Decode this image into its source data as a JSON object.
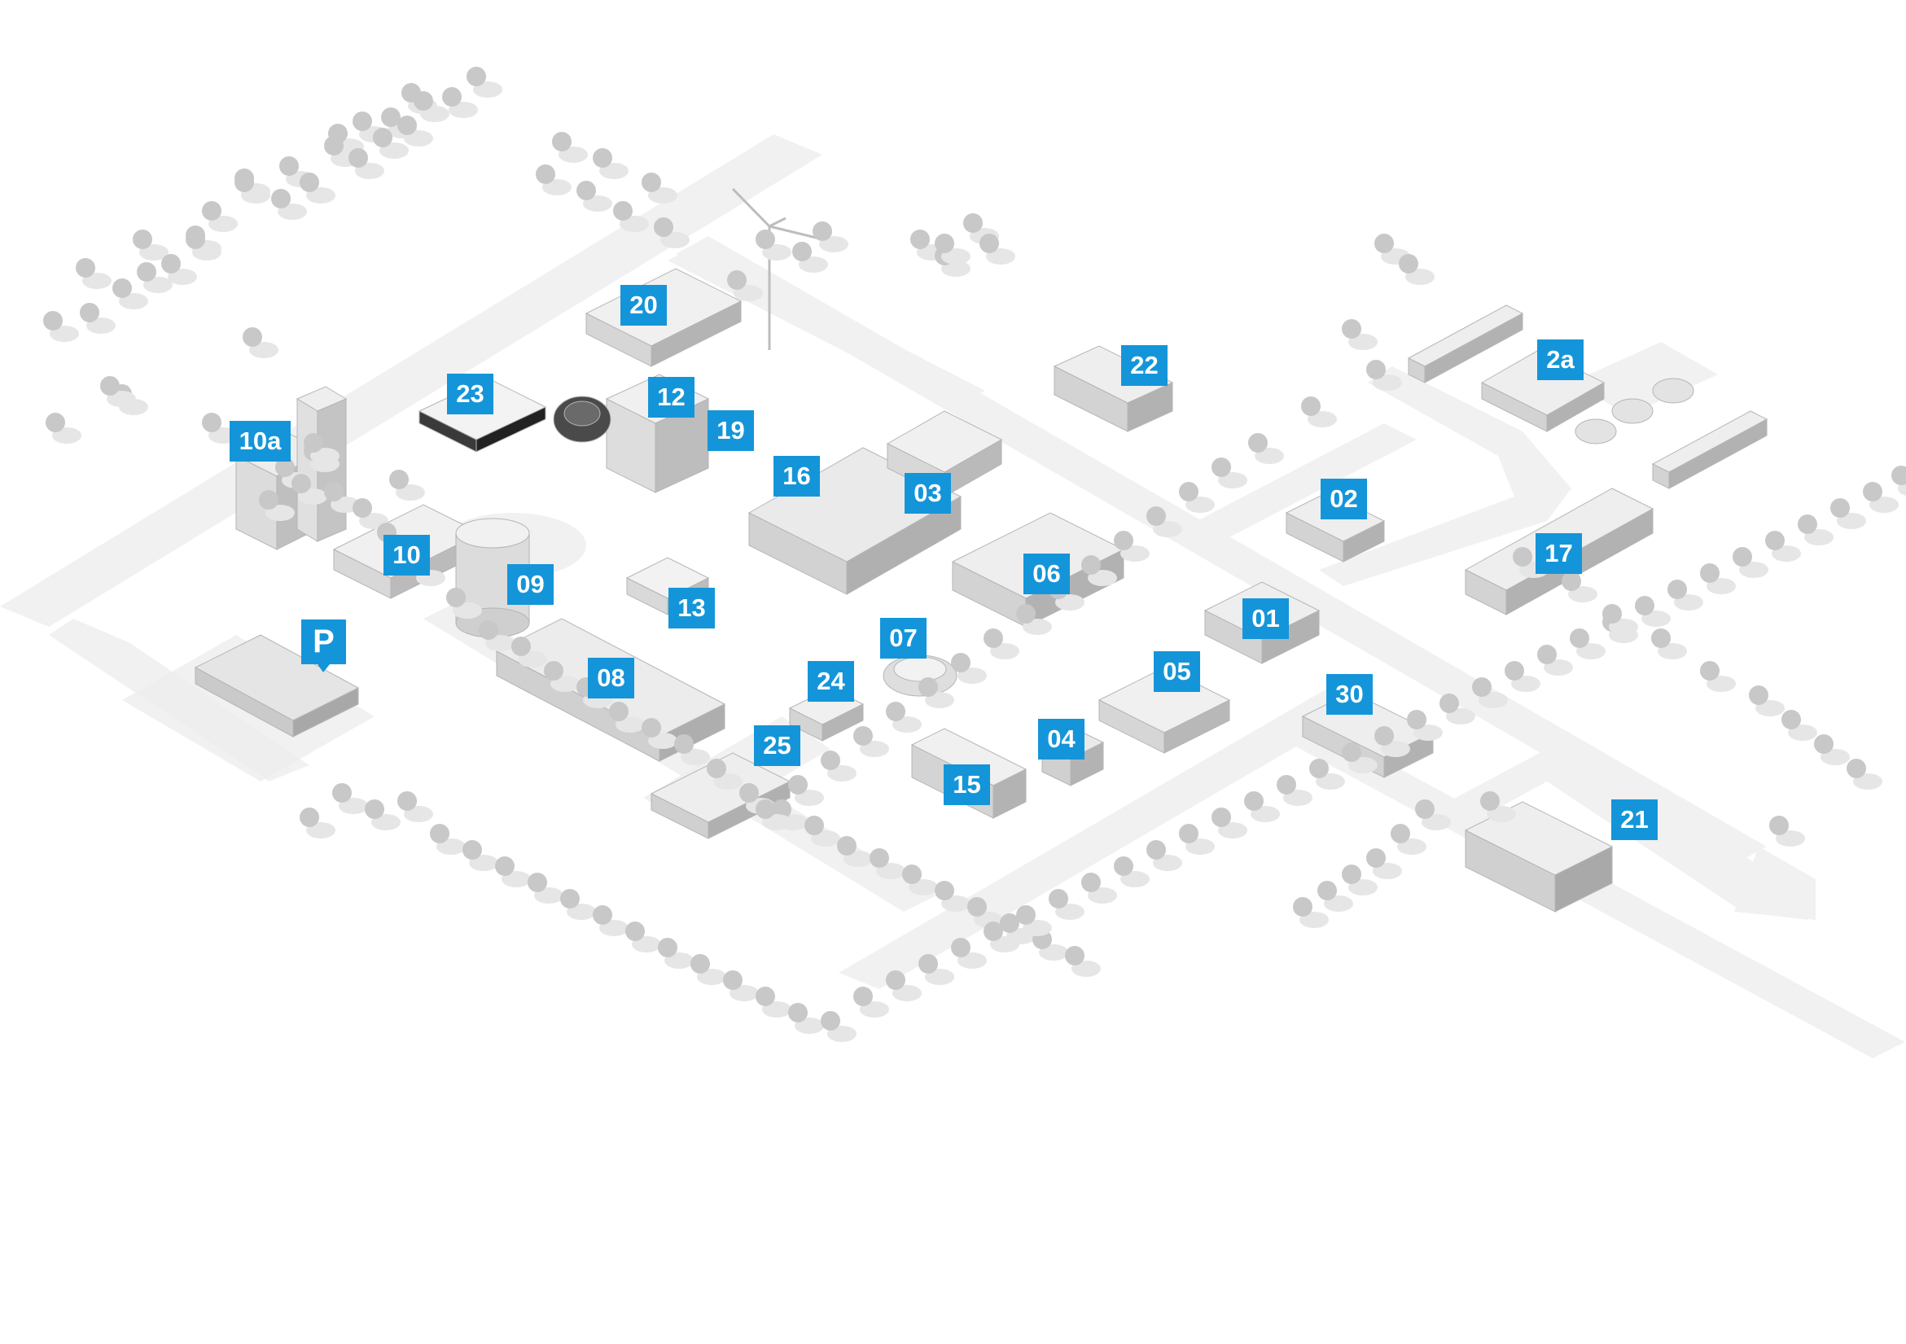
{
  "map": {
    "colors": {
      "background": "#ffffff",
      "road": "#f1f1f1",
      "ground": "#ececec",
      "building_light": "#f3f3f3",
      "building_mid": "#d4d4d4",
      "building_dark": "#a9a9a9",
      "tree": "#c8c8c8",
      "tree_shadow": "#e6e6e6",
      "marker": "#1495d9",
      "marker_text": "#ffffff"
    },
    "parking": {
      "label": "P",
      "icon": "parking-pin-icon"
    },
    "buildings": [
      {
        "id": "01",
        "label": "01"
      },
      {
        "id": "02",
        "label": "02"
      },
      {
        "id": "2a",
        "label": "2a"
      },
      {
        "id": "03",
        "label": "03"
      },
      {
        "id": "04",
        "label": "04"
      },
      {
        "id": "05",
        "label": "05"
      },
      {
        "id": "06",
        "label": "06"
      },
      {
        "id": "07",
        "label": "07"
      },
      {
        "id": "08",
        "label": "08"
      },
      {
        "id": "09",
        "label": "09"
      },
      {
        "id": "10",
        "label": "10"
      },
      {
        "id": "10a",
        "label": "10a"
      },
      {
        "id": "12",
        "label": "12"
      },
      {
        "id": "13",
        "label": "13"
      },
      {
        "id": "15",
        "label": "15"
      },
      {
        "id": "16",
        "label": "16"
      },
      {
        "id": "17",
        "label": "17"
      },
      {
        "id": "19",
        "label": "19"
      },
      {
        "id": "20",
        "label": "20"
      },
      {
        "id": "21",
        "label": "21"
      },
      {
        "id": "22",
        "label": "22"
      },
      {
        "id": "23",
        "label": "23"
      },
      {
        "id": "24",
        "label": "24"
      },
      {
        "id": "25",
        "label": "25"
      },
      {
        "id": "30",
        "label": "30"
      }
    ]
  }
}
